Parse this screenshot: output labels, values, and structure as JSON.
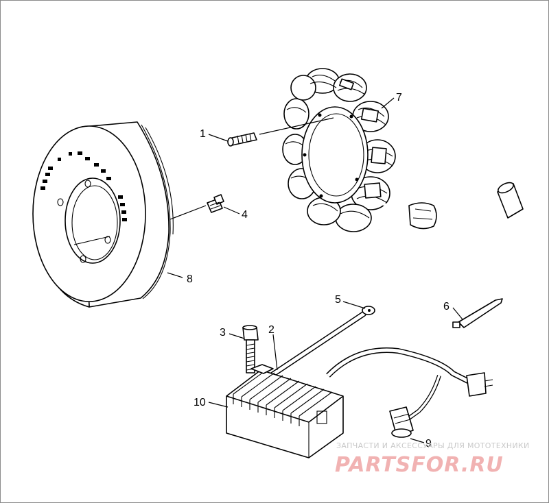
{
  "callouts": [
    {
      "id": "1",
      "label": "1"
    },
    {
      "id": "2",
      "label": "2"
    },
    {
      "id": "3",
      "label": "3"
    },
    {
      "id": "4",
      "label": "4"
    },
    {
      "id": "5",
      "label": "5"
    },
    {
      "id": "6",
      "label": "6"
    },
    {
      "id": "7",
      "label": "7"
    },
    {
      "id": "8",
      "label": "8"
    },
    {
      "id": "9",
      "label": "9"
    },
    {
      "id": "10",
      "label": "10"
    }
  ],
  "watermark": {
    "tagline": "ЗАПЧАСТИ И АКСЕССУАРЫ ДЛЯ МОТОТЕХНИКИ",
    "logo": "PARTSFOR.RU"
  }
}
